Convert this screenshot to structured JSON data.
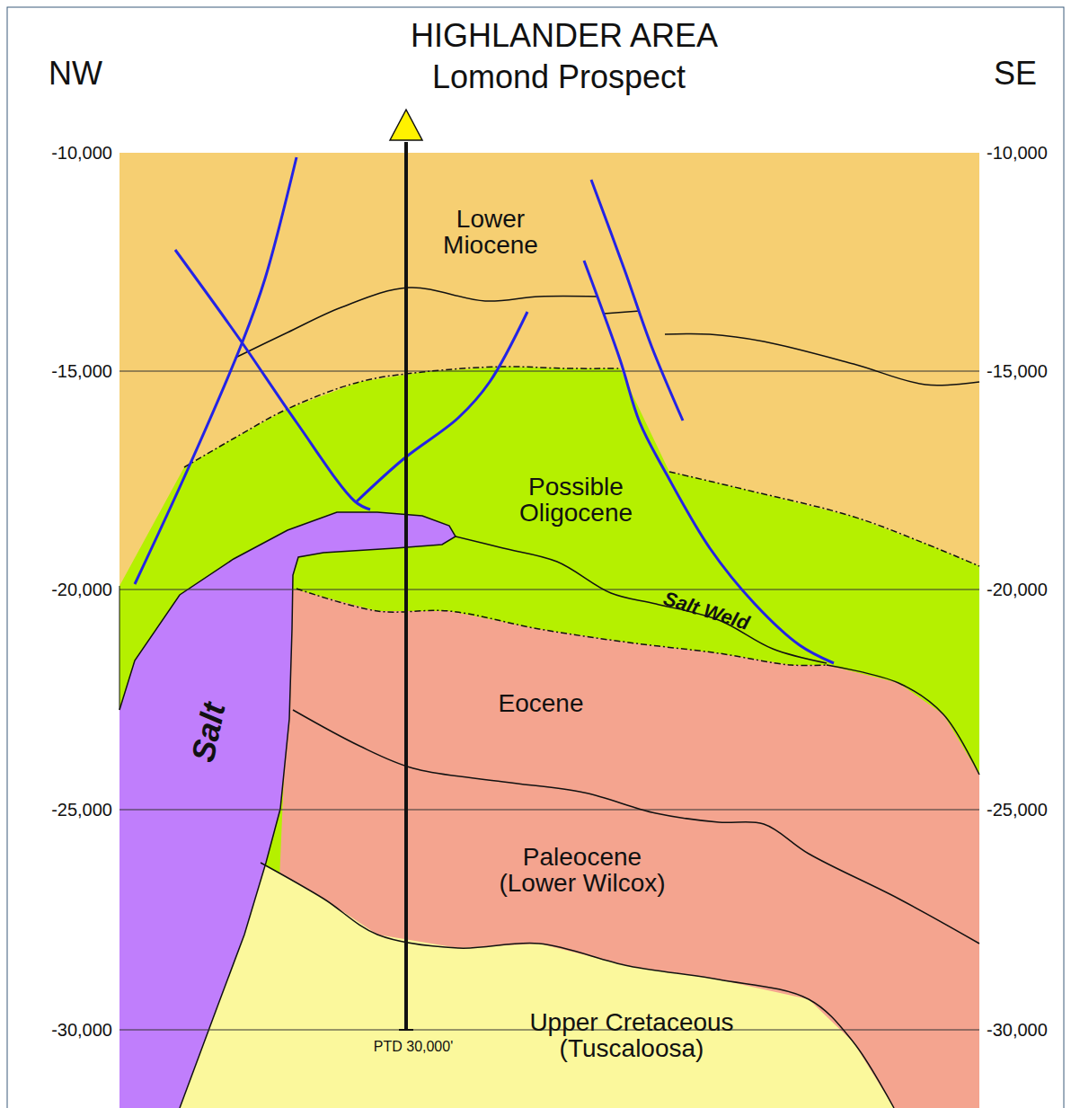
{
  "diagram": {
    "title": "HIGHLANDER AREA",
    "labels": [
      "Lomond Prospect",
      "NW",
      "SE",
      "-10,000",
      "-15,000",
      "-20,000",
      "-25,000",
      "-30,000",
      "-10,000",
      "-15,000",
      "-20,000",
      "-25,000",
      "-30,000",
      "Lower Miocene",
      "Possible Oligocene",
      "Salt Weld",
      "Eocene",
      "Paleocene (Lower Wilcox)",
      "Upper Cretaceous (Tuscaloosa)",
      "Salt",
      "PTD 30,000'"
    ]
  }
}
